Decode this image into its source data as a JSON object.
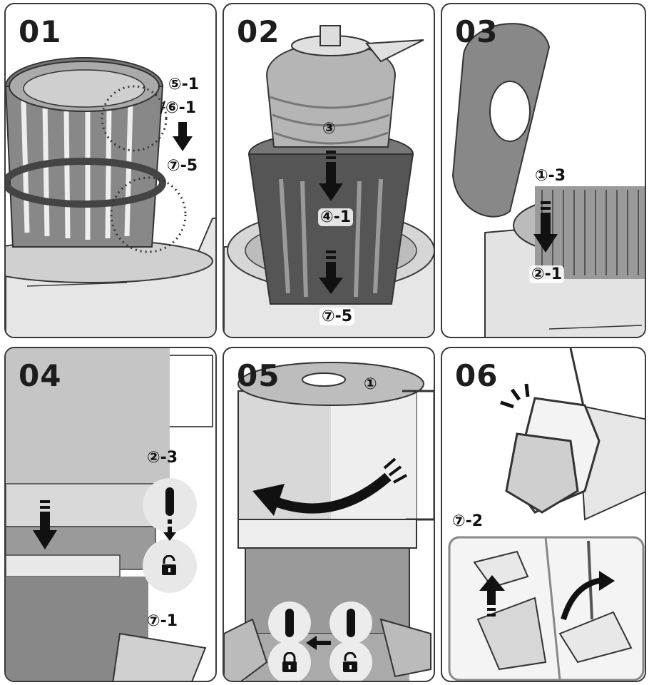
{
  "colors": {
    "outline": "#3a3a3a",
    "fill_light": "#dcdcdc",
    "fill_mid": "#bdbdbd",
    "fill_dark": "#666666",
    "arrow": "#111111"
  },
  "panels": [
    {
      "number": "01",
      "labels": [
        "⑤-1",
        "/⑥-1",
        "⑦-5"
      ]
    },
    {
      "number": "02",
      "labels": [
        "③",
        "④-1",
        "⑦-5"
      ]
    },
    {
      "number": "03",
      "labels": [
        "①-3",
        "②-1"
      ]
    },
    {
      "number": "04",
      "labels": [
        "②-3",
        "⑦-1"
      ]
    },
    {
      "number": "05",
      "labels": [
        "①"
      ]
    },
    {
      "number": "06",
      "labels": [
        "⑦-2"
      ]
    }
  ],
  "icons": [
    "lock-icon",
    "unlock-icon",
    "down-arrow-icon",
    "rotate-arrow-icon",
    "up-arrow-icon"
  ]
}
